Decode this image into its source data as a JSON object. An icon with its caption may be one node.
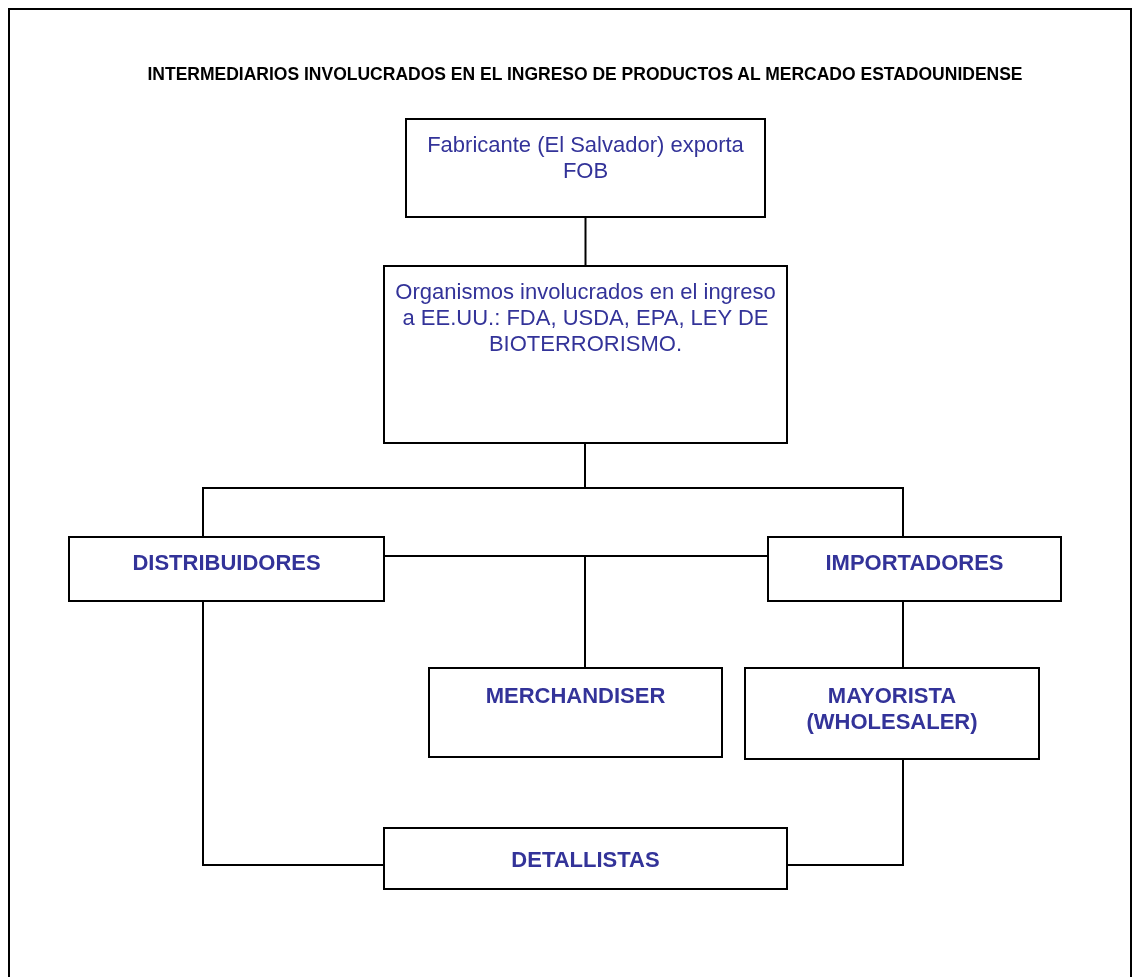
{
  "diagram": {
    "title": "INTERMEDIARIOS INVOLUCRADOS EN EL INGRESO DE PRODUCTOS AL MERCADO ESTADOUNIDENSE",
    "nodes": [
      {
        "text": [
          "Fabricante (El Salvador) exporta FOB"
        ]
      },
      {
        "text": [
          "Organismos involucrados en el ingreso a EE.UU.: FDA, USDA, EPA, LEY DE BIOTERRORISMO."
        ]
      },
      {
        "text": [
          "DISTRIBUIDORES"
        ]
      },
      {
        "text": [
          "IMPORTADORES"
        ]
      },
      {
        "text": [
          "MERCHANDISER"
        ]
      },
      {
        "text": [
          "MAYORISTA (WHOLESALER)"
        ]
      },
      {
        "text": [
          "DETALLISTAS"
        ]
      }
    ],
    "edges": [
      {
        "from": 0,
        "to": 1,
        "arrow": "none"
      },
      {
        "from": 1,
        "to": 2,
        "arrow": "none"
      },
      {
        "from": 1,
        "to": 3,
        "arrow": "none"
      },
      {
        "from": 2,
        "to": 4,
        "arrow": "none"
      },
      {
        "from": 3,
        "to": 4,
        "arrow": "none"
      },
      {
        "from": 3,
        "to": 5,
        "arrow": "none"
      },
      {
        "from": 2,
        "to": 6,
        "arrow": "none"
      },
      {
        "from": 5,
        "to": 6,
        "arrow": "none"
      }
    ]
  }
}
